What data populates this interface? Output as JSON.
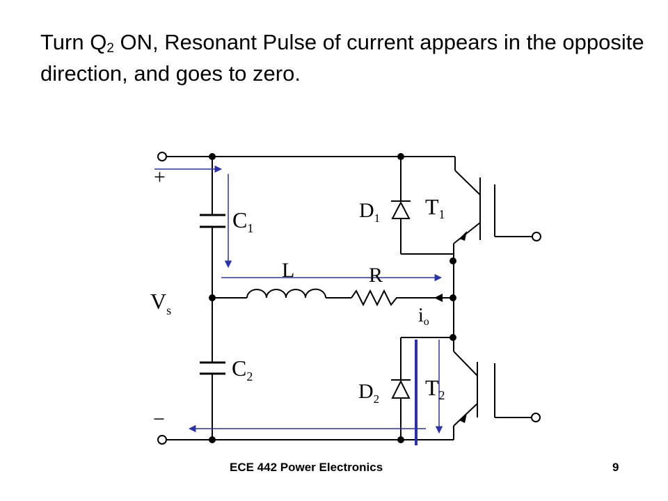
{
  "slide": {
    "title_part1": "Turn Q",
    "title_sub": "2",
    "title_part2": " ON, Resonant Pulse of current appears in the opposite direction, and goes to zero.",
    "footer_course": "ECE 442 Power Electronics",
    "page_number": "9"
  },
  "diagram": {
    "labels": {
      "plus": "+",
      "minus": "−",
      "vs_main": "V",
      "vs_sub": "s",
      "c1_main": "C",
      "c1_sub": "1",
      "c2_main": "C",
      "c2_sub": "2",
      "l": "L",
      "r": "R",
      "io_main": "i",
      "io_sub": "o",
      "d1_main": "D",
      "d1_sub": "1",
      "d2_main": "D",
      "d2_sub": "2",
      "t1_main": "T",
      "t1_sub": "1",
      "t2_main": "T",
      "t2_sub": "2"
    },
    "colors": {
      "wire": "#000000",
      "arrow": "#2b33a8",
      "pulse_bar": "#2b2fa8"
    }
  }
}
